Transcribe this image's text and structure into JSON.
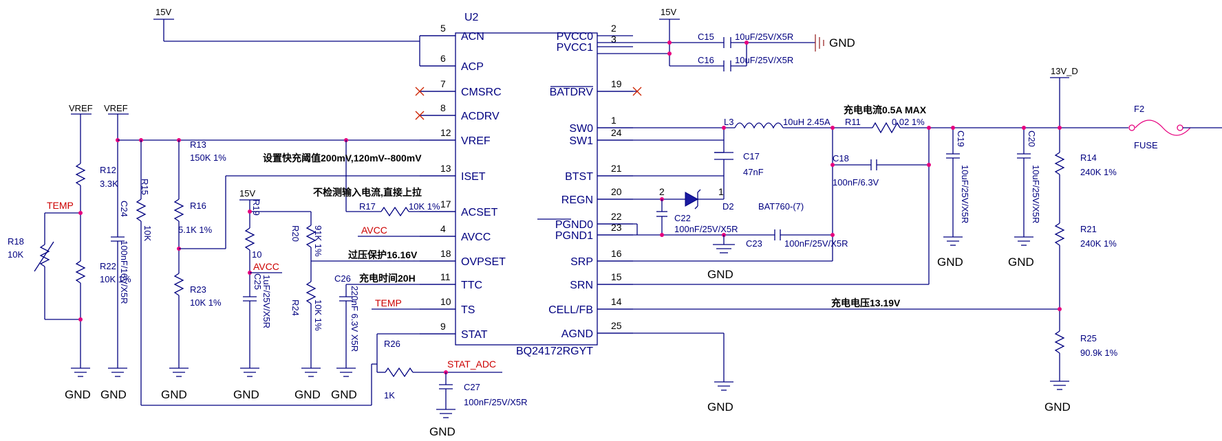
{
  "chip": {
    "ref": "U2",
    "part": "BQ24172RGYT",
    "left_pins": [
      {
        "num": "5",
        "name": "ACN"
      },
      {
        "num": "6",
        "name": "ACP"
      },
      {
        "num": "7",
        "name": "CMSRC"
      },
      {
        "num": "8",
        "name": "ACDRV"
      },
      {
        "num": "12",
        "name": "VREF"
      },
      {
        "num": "13",
        "name": "ISET"
      },
      {
        "num": "17",
        "name": "ACSET"
      },
      {
        "num": "4",
        "name": "AVCC"
      },
      {
        "num": "18",
        "name": "OVPSET"
      },
      {
        "num": "11",
        "name": "TTC"
      },
      {
        "num": "10",
        "name": "TS"
      },
      {
        "num": "9",
        "name": "STAT"
      }
    ],
    "right_pins": [
      {
        "num": "2",
        "name": "PVCC0"
      },
      {
        "num": "3",
        "name": "PVCC1"
      },
      {
        "num": "19",
        "name": "BATDRV"
      },
      {
        "num": "1",
        "name": "SW0"
      },
      {
        "num": "24",
        "name": "SW1"
      },
      {
        "num": "21",
        "name": "BTST"
      },
      {
        "num": "20",
        "name": "REGN"
      },
      {
        "num": "22",
        "name": "PGND0"
      },
      {
        "num": "23",
        "name": "PGND1"
      },
      {
        "num": "16",
        "name": "SRP"
      },
      {
        "num": "15",
        "name": "SRN"
      },
      {
        "num": "14",
        "name": "CELL/FB"
      },
      {
        "num": "25",
        "name": "AGND"
      }
    ]
  },
  "power_labels": {
    "v15_top": "15V",
    "v15_right": "15V",
    "v15_r19": "15V",
    "vref_a": "VREF",
    "vref_b": "VREF",
    "v13d": "13V_D"
  },
  "net_labels": {
    "temp_left": "TEMP",
    "avcc_pin": "AVCC",
    "avcc_c25": "AVCC",
    "temp_pin": "TEMP",
    "stat_adc": "STAT_ADC"
  },
  "gnd": "GND",
  "components": {
    "c15": {
      "ref": "C15",
      "value": "10uF/25V/X5R"
    },
    "c16": {
      "ref": "C16",
      "value": "10uF/25V/X5R"
    },
    "l3": {
      "ref": "L3",
      "value": "10uH 2.45A"
    },
    "r11": {
      "ref": "R11",
      "value": "0.02 1%"
    },
    "c17": {
      "ref": "C17",
      "value": "47nF"
    },
    "c18": {
      "ref": "C18",
      "value": "100nF/6.3V"
    },
    "c19": {
      "ref": "C19",
      "value": "10uF/25V/X5R"
    },
    "c20": {
      "ref": "C20",
      "value": "10uF/25V/X5R"
    },
    "d2": {
      "ref": "D2",
      "value": "BAT760-(7)",
      "pin_a": "2",
      "pin_k": "1"
    },
    "c22": {
      "ref": "C22",
      "value": "100nF/25V/X5R"
    },
    "c23": {
      "ref": "C23",
      "value": "100nF/25V/X5R"
    },
    "f2": {
      "ref": "F2",
      "value": "FUSE"
    },
    "r14": {
      "ref": "R14",
      "value": "240K 1%"
    },
    "r21": {
      "ref": "R21",
      "value": "240K 1%"
    },
    "r25": {
      "ref": "R25",
      "value": "90.9k 1%"
    },
    "r12": {
      "ref": "R12",
      "value": "3.3K"
    },
    "r18": {
      "ref": "R18",
      "value": "10K"
    },
    "r22": {
      "ref": "R22",
      "value": "10K 1%"
    },
    "c24": {
      "ref": "C24",
      "value": "100nF/16V/X5R"
    },
    "r15": {
      "ref": "R15",
      "value": "10K"
    },
    "r13": {
      "ref": "R13",
      "value": "150K 1%"
    },
    "r16": {
      "ref": "R16",
      "value": "5.1K 1%"
    },
    "r23": {
      "ref": "R23",
      "value": "10K 1%"
    },
    "r19": {
      "ref": "R19",
      "value": "10"
    },
    "c25": {
      "ref": "C25",
      "value": "1uF/25V/X5R"
    },
    "r20": {
      "ref": "R20",
      "value": "91K 1%"
    },
    "r24": {
      "ref": "R24",
      "value": "10K 1%"
    },
    "r17": {
      "ref": "R17",
      "value": "10K 1%"
    },
    "c26": {
      "ref": "C26",
      "value": "220nF 6.3V X5R"
    },
    "r26": {
      "ref": "R26",
      "value": "1K"
    },
    "c27": {
      "ref": "C27",
      "value": "100nF/25V/X5R"
    }
  },
  "notes": {
    "charge_current": "充电电流0.5A MAX",
    "fast_charge": "设置快充阈值200mV,120mV--800mV",
    "no_input_detect": "不检测输入电流,直接上拉",
    "ovp": "过压保护16.16V",
    "charge_time": "充电时间20H",
    "charge_voltage": "充电电压13.19V"
  },
  "colors": {
    "wire": "#000080",
    "junction": "#e6007e",
    "net_label": "#cc0000"
  }
}
